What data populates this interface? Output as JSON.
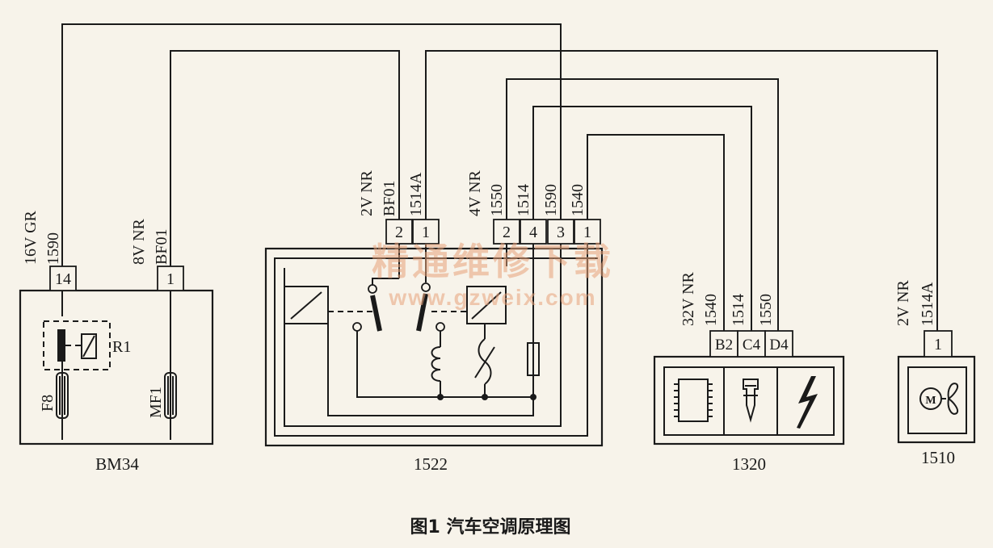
{
  "figure_caption": "图1   汽车空调原理图",
  "watermark": {
    "line1": "精通维修下载",
    "line2": "www.gzweix.com"
  },
  "colors": {
    "ink": "#1a1a1a",
    "paper": "#f7f3ea",
    "watermark": "#e8a37a"
  },
  "components": {
    "bm34": {
      "name": "BM34",
      "connector": {
        "spec": "16V GR",
        "wire": "1590",
        "pin": "14"
      },
      "connector2": {
        "spec": "8V NR",
        "wire": "BF01",
        "pin": "1"
      },
      "fuse_f8": "F8",
      "fuse_mf1": "MF1",
      "relay": "R1"
    },
    "c1522": {
      "name": "1522",
      "conn_a": {
        "spec": "2V NR",
        "wires": [
          "BF01",
          "1514A"
        ],
        "pins": [
          "2",
          "1"
        ]
      },
      "conn_b": {
        "spec": "4V NR",
        "wires": [
          "1550",
          "1514",
          "1590",
          "1540"
        ],
        "pins": [
          "2",
          "4",
          "3",
          "1"
        ]
      }
    },
    "c1320": {
      "name": "1320",
      "connector": {
        "spec": "32V NR",
        "wires": [
          "1540",
          "1514",
          "1550"
        ],
        "pins": [
          "B2",
          "C4",
          "D4"
        ]
      },
      "icons": [
        "ecu-chip-icon",
        "injector-icon",
        "ignition-spark-icon"
      ]
    },
    "c1510": {
      "name": "1510",
      "connector": {
        "spec": "2V NR",
        "wire": "1514A",
        "pin": "1"
      },
      "icon": "fan-motor-icon"
    }
  }
}
